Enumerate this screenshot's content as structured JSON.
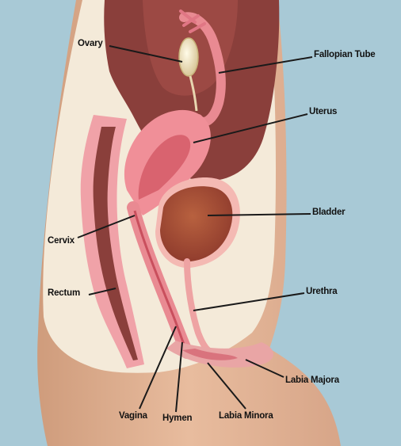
{
  "colors": {
    "background": "#a8c9d6",
    "skin": "#e2b596",
    "body_cavity": "#f4ead9",
    "dark_tissue": "#8a3f3b",
    "pink": "#e98a92",
    "bladder": "#a85039",
    "leader_line": "#1a1a1a"
  },
  "labels": {
    "ovary": "Ovary",
    "fallopian_tube": "Fallopian Tube",
    "uterus": "Uterus",
    "bladder": "Bladder",
    "cervix": "Cervix",
    "rectum": "Rectum",
    "urethra": "Urethra",
    "labia_majora": "Labia Majora",
    "vagina": "Vagina",
    "hymen": "Hymen",
    "labia_minora": "Labia Minora"
  }
}
